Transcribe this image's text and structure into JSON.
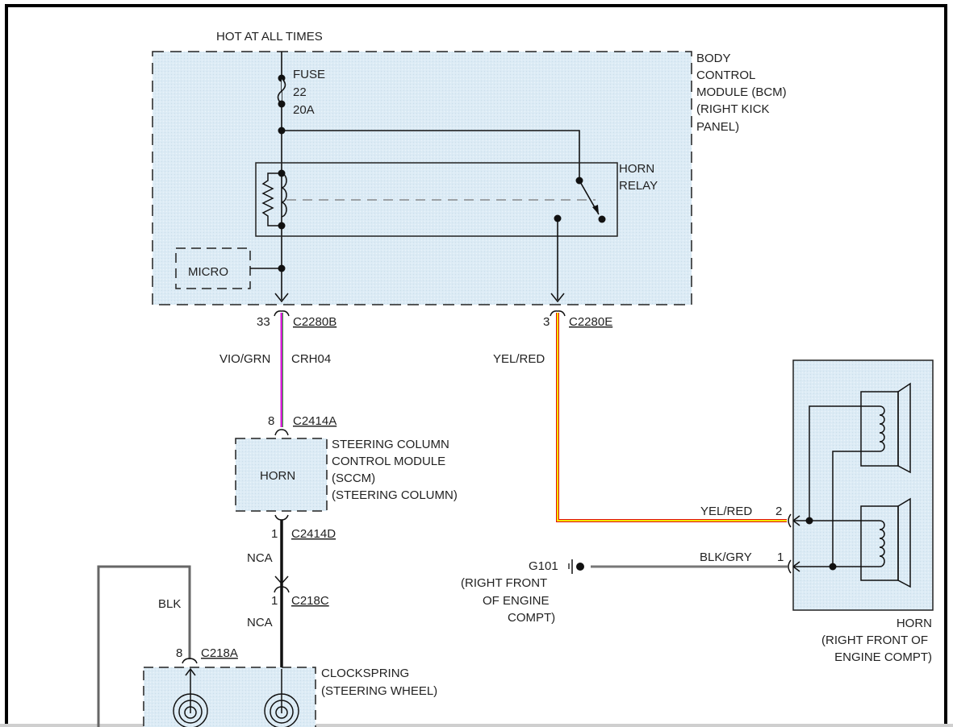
{
  "diagram": {
    "title": "Horn wiring diagram",
    "colors": {
      "module_fill": "#dcebf5",
      "wire_vio_grn": "#d21ed2",
      "wire_vio_grn_stripe": "#2ea82e",
      "wire_yel_red": "#f5e600",
      "wire_yel_red_stripe": "#e01010",
      "wire_blk_gry": "#777777",
      "wire_blk": "#111111"
    },
    "power": {
      "label": "HOT AT ALL TIMES"
    },
    "fuse": {
      "label": "FUSE",
      "number": "22",
      "rating": "20A"
    },
    "bcm": {
      "lines": [
        "BODY",
        "CONTROL",
        "MODULE (BCM)",
        "(RIGHT KICK",
        "PANEL)"
      ]
    },
    "relay": {
      "lines": [
        "HORN",
        "RELAY"
      ]
    },
    "micro": {
      "label": "MICRO"
    },
    "connectors": {
      "c2280b": {
        "pin": "33",
        "name": "C2280B"
      },
      "c2280e": {
        "pin": "3",
        "name": "C2280E"
      },
      "c2414a": {
        "pin": "8",
        "name": "C2414A"
      },
      "c2414d": {
        "pin": "1",
        "name": "C2414D"
      },
      "c218c": {
        "pin": "1",
        "name": "C218C"
      },
      "c218a": {
        "pin": "8",
        "name": "C218A"
      },
      "horn_pin2": {
        "pin": "2"
      },
      "horn_pin1": {
        "pin": "1"
      }
    },
    "wires": {
      "vio_grn": {
        "color": "VIO/GRN",
        "circuit": "CRH04"
      },
      "yel_red_top": {
        "color": "YEL/RED"
      },
      "yel_red_horn": {
        "color": "YEL/RED"
      },
      "blk_gry": {
        "color": "BLK/GRY"
      },
      "nca_1": {
        "color": "NCA"
      },
      "nca_2": {
        "color": "NCA"
      },
      "blk": {
        "color": "BLK"
      }
    },
    "sccm": {
      "inner_label": "HORN",
      "lines": [
        "STEERING COLUMN",
        "CONTROL MODULE",
        "(SCCM)",
        "(STEERING COLUMN)"
      ]
    },
    "clockspring": {
      "lines": [
        "CLOCKSPRING",
        "(STEERING WHEEL)"
      ]
    },
    "ground": {
      "name": "G101",
      "lines": [
        "(RIGHT FRONT",
        "OF ENGINE",
        "COMPT)"
      ]
    },
    "horn": {
      "lines": [
        "HORN",
        "(RIGHT FRONT OF",
        "ENGINE COMPT)"
      ]
    }
  }
}
